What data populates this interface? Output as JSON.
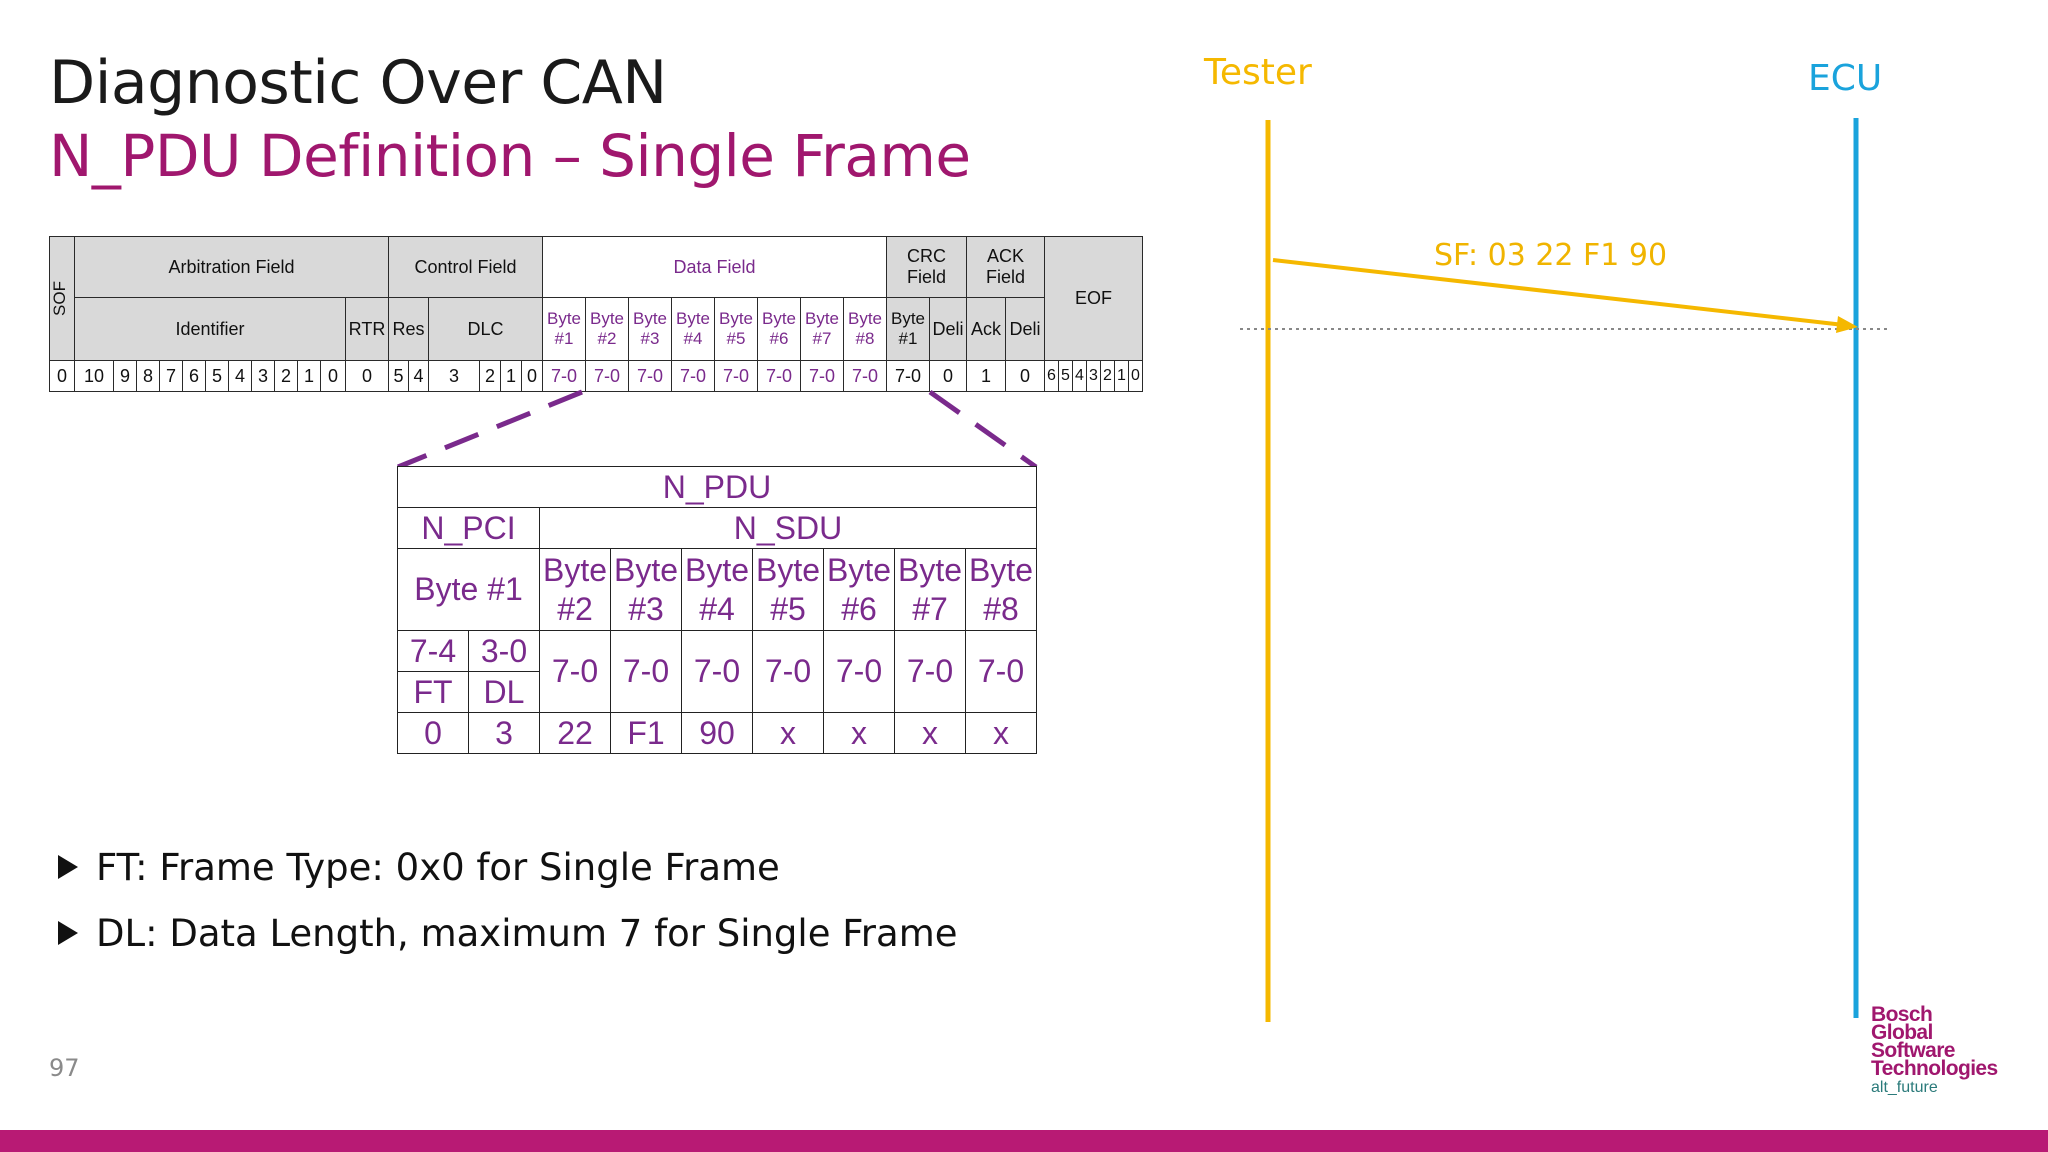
{
  "slide": {
    "title": "Diagnostic Over CAN",
    "subtitle": "N_PDU Definition – Single Frame",
    "page_number": "97"
  },
  "can_frame": {
    "sof": "SOF",
    "arbitration_field": "Arbitration Field",
    "control_field": "Control Field",
    "data_field": "Data Field",
    "crc_field": "CRC Field",
    "ack_field": "ACK Field",
    "eof": "EOF",
    "identifier": "Identifier",
    "rtr": "RTR",
    "res": "Res",
    "dlc": "DLC",
    "data_bytes": [
      "Byte #1",
      "Byte #2",
      "Byte #3",
      "Byte #4",
      "Byte #5",
      "Byte #6",
      "Byte #7",
      "Byte #8"
    ],
    "crc_byte": "Byte #1",
    "crc_deli": "Deli",
    "ack": "Ack",
    "ack_deli": "Deli",
    "bits": {
      "sof": "0",
      "identifier": [
        "10",
        "9",
        "8",
        "7",
        "6",
        "5",
        "4",
        "3",
        "2",
        "1",
        "0"
      ],
      "rtr": "0",
      "res": [
        "5",
        "4"
      ],
      "dlc": [
        "3",
        "2",
        "1",
        "0"
      ],
      "data": [
        "7-0",
        "7-0",
        "7-0",
        "7-0",
        "7-0",
        "7-0",
        "7-0",
        "7-0"
      ],
      "crc": "7-0",
      "crc_deli": "0",
      "ack": "1",
      "ack_deli": "0",
      "eof": [
        "6",
        "5",
        "4",
        "3",
        "2",
        "1",
        "0"
      ]
    }
  },
  "npdu": {
    "title": "N_PDU",
    "npci": "N_PCI",
    "nsdu": "N_SDU",
    "byte1": "Byte #1",
    "sdu_bytes": [
      "Byte #2",
      "Byte #3",
      "Byte #4",
      "Byte #5",
      "Byte #6",
      "Byte #7",
      "Byte #8"
    ],
    "ft_bits": "7-4",
    "dl_bits": "3-0",
    "ft": "FT",
    "dl": "DL",
    "sdu_bits": [
      "7-0",
      "7-0",
      "7-0",
      "7-0",
      "7-0",
      "7-0",
      "7-0"
    ],
    "ft_value": "0",
    "dl_value": "3",
    "sdu_values": [
      "22",
      "F1",
      "90",
      "x",
      "x",
      "x",
      "x"
    ]
  },
  "bullets": [
    "FT: Frame Type: 0x0 for Single Frame",
    "DL: Data Length, maximum 7 for Single Frame"
  ],
  "sequence": {
    "tester_label": "Tester",
    "ecu_label": "ECU",
    "message": "SF: 03 22 F1 90",
    "tester_color": "#f5b800",
    "ecu_color": "#1aa3dc"
  },
  "logo": {
    "lines": [
      "Bosch",
      "Global",
      "Software",
      "Technologies"
    ],
    "tagline": "alt_future"
  }
}
